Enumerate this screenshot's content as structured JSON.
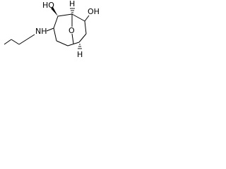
{
  "diagram": {
    "atoms": {
      "oh_left": "HO",
      "oh_right": "OH",
      "nh": "NH",
      "bridge_o": "O",
      "h_top": "H",
      "h_bottom": "H"
    },
    "colors": {
      "bond": "#000000",
      "text": "#000000",
      "background": "#ffffff"
    }
  }
}
